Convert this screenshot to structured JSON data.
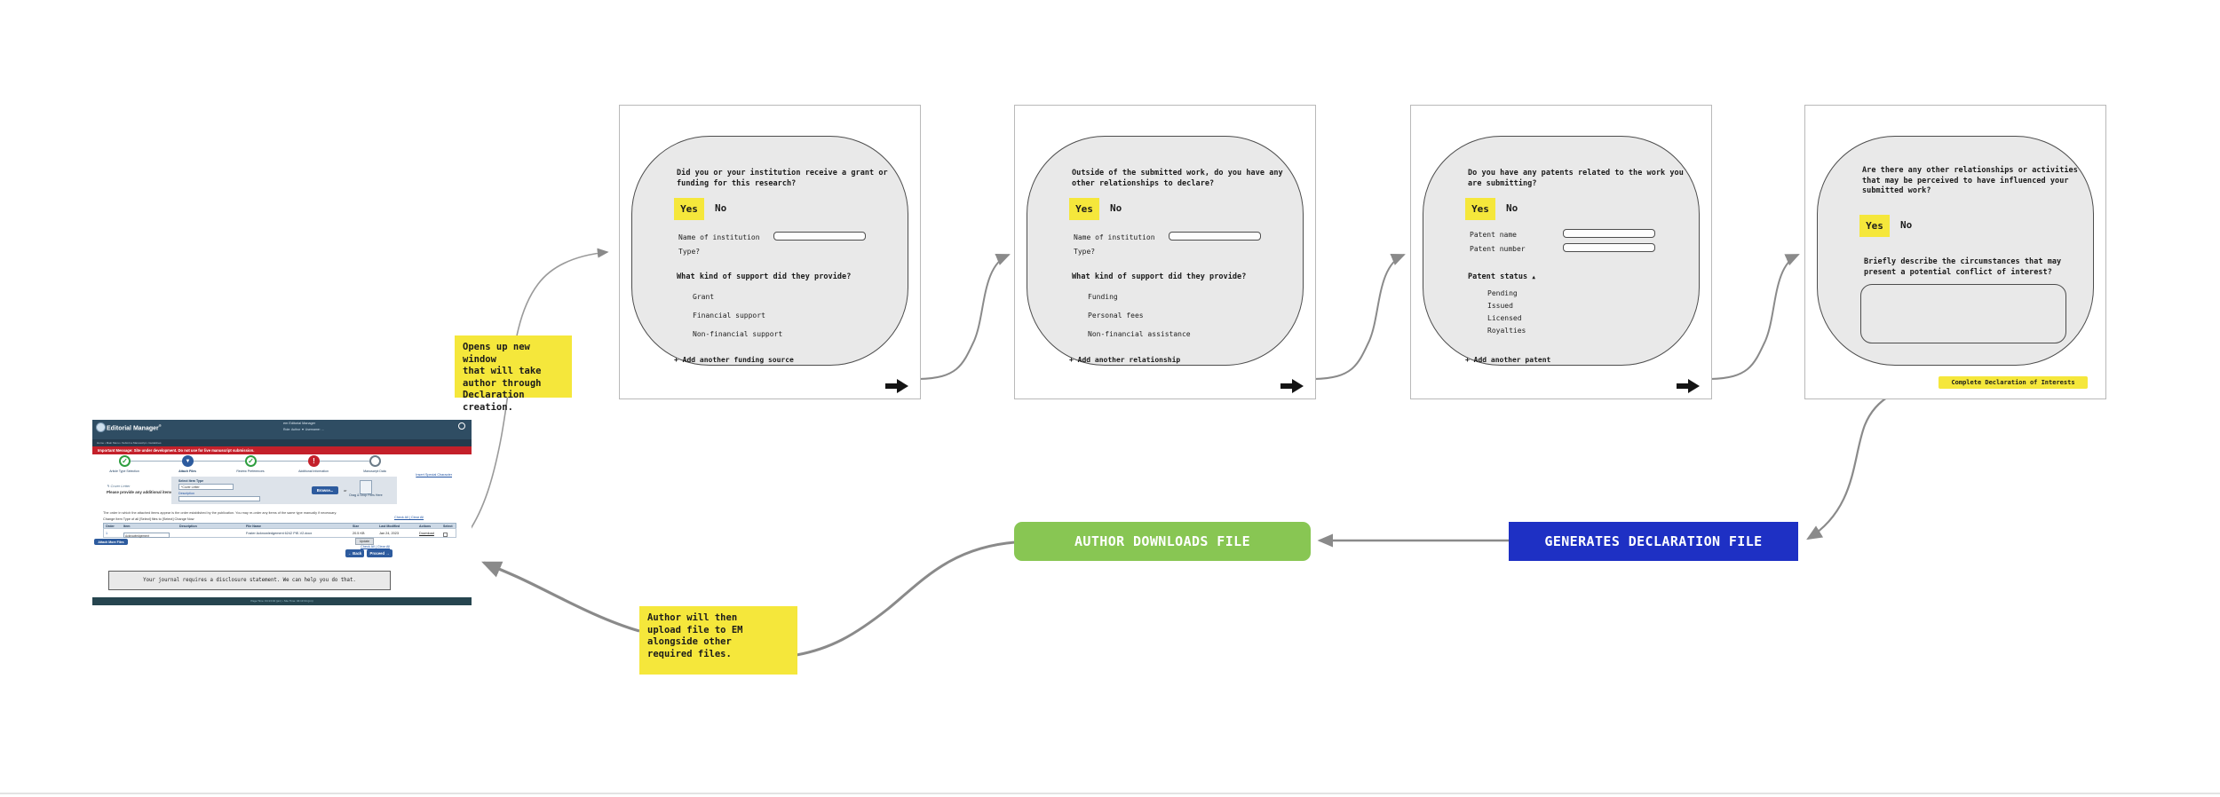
{
  "colors": {
    "accent_yellow": "#F5E73B",
    "green_button": "#88C653",
    "blue_button": "#1E30C4",
    "red_banner": "#C4202A",
    "navy_header": "#2F4D63",
    "card_gray": "#E9E9E9",
    "connector_gray": "#8A8A8A"
  },
  "cards": [
    {
      "question": "Did you or your institution receive a grant or funding for this research?",
      "yes": "Yes",
      "no": "No",
      "institution_label": "Name of institution",
      "type_label": "Type?",
      "support_question": "What kind of support did they provide?",
      "options": [
        "Grant",
        "Financial support",
        "Non-financial support"
      ],
      "add_link": "+ Add another funding source"
    },
    {
      "question": "Outside of the submitted work, do you have any other relationships to declare?",
      "yes": "Yes",
      "no": "No",
      "institution_label": "Name of institution",
      "type_label": "Type?",
      "support_question": "What kind of support did they provide?",
      "options": [
        "Funding",
        "Personal fees",
        "Non-financial assistance"
      ],
      "add_link": "+ Add another relationship"
    },
    {
      "question": "Do you have any patents related to the work you are submitting?",
      "yes": "Yes",
      "no": "No",
      "patent_name_label": "Patent name",
      "patent_number_label": "Patent number",
      "status_label": "Patent status",
      "status_icon": "▲",
      "options": [
        "Pending",
        "Issued",
        "Licensed",
        "Royalties"
      ],
      "add_link": "+ Add another patent"
    },
    {
      "question": "Are there any other relationships or activities that may be perceived to have influenced your submitted work?",
      "yes": "Yes",
      "no": "No",
      "describe_label": "Briefly describe the circumstances that may present a potential conflict of interest?",
      "pill": "Complete Declaration of Interests"
    }
  ],
  "stickies": [
    {
      "text": "Opens up new window\nthat will take\nauthor through\nDeclaration creation."
    },
    {
      "text": "Author will then\nupload file to EM\nalongside other\nrequired files."
    }
  ],
  "flow_buttons": {
    "download": "AUTHOR DOWNLOADS FILE",
    "generate": "GENERATES DECLARATION FILE"
  },
  "em": {
    "logo": "Editorial Manager",
    "logo_mark": "®",
    "center_logo": "em Editorial Manager",
    "role_row": "Role: Author ▼   Username: ...",
    "menu_row": "Home • Main Menu • Submit a Manuscript • Guidelines",
    "alert_banner": "Important Message: Site under development. Do not use for live manuscript submission.",
    "steps": [
      {
        "label": "Article Type Selection",
        "state": "done"
      },
      {
        "label": "Attach Files",
        "state": "current"
      },
      {
        "label": "Review Preferences",
        "state": "done"
      },
      {
        "label": "Additional Information",
        "state": "error"
      },
      {
        "label": "Manuscript Data",
        "state": "todo"
      }
    ],
    "section_link": "✎ Cover Letter",
    "section_note": "Please provide any additional items.",
    "special_char_link": "Insert Special Character",
    "item_type_label": "Select Item Type",
    "item_type_value": "*Cover Letter",
    "description_label": "Description",
    "browse_button": "Browse...",
    "or_text": "or",
    "dragdrop_text": "Drag & Drop Files Here",
    "order_note": "The order in which the attached items appear is the order established by the publication. You may re-order any items of the same type manually if necessary.",
    "change_row": "Change Item Type of all  [Select]  files to  [Select]   Change Now",
    "check_links_top": "Check All | Clear All",
    "check_links_bottom": "Check All | Clear All",
    "table": {
      "headers": [
        "Order",
        "Item",
        "Description",
        "File Name",
        "Size",
        "Last Modified",
        "Actions",
        "Select"
      ],
      "row": {
        "order": "1",
        "item": "Acknowledgement",
        "description": "",
        "file_name": "Foster Acknowledgement 6242 PIE-V2.docx",
        "size": "20.5 KB",
        "last_modified": "Jan 24, 2023",
        "action": "Download"
      }
    },
    "attach_more_button": "Attach More Files",
    "update_button": "Update",
    "back_button": "← Back",
    "proceed_button": "Proceed →",
    "disclosure_banner": "Your journal requires a disclosure statement. We can help you do that.",
    "footer_text": "Page Time: 04:13:34 (pm) • Site Time: 04:13:34 (pm)"
  }
}
